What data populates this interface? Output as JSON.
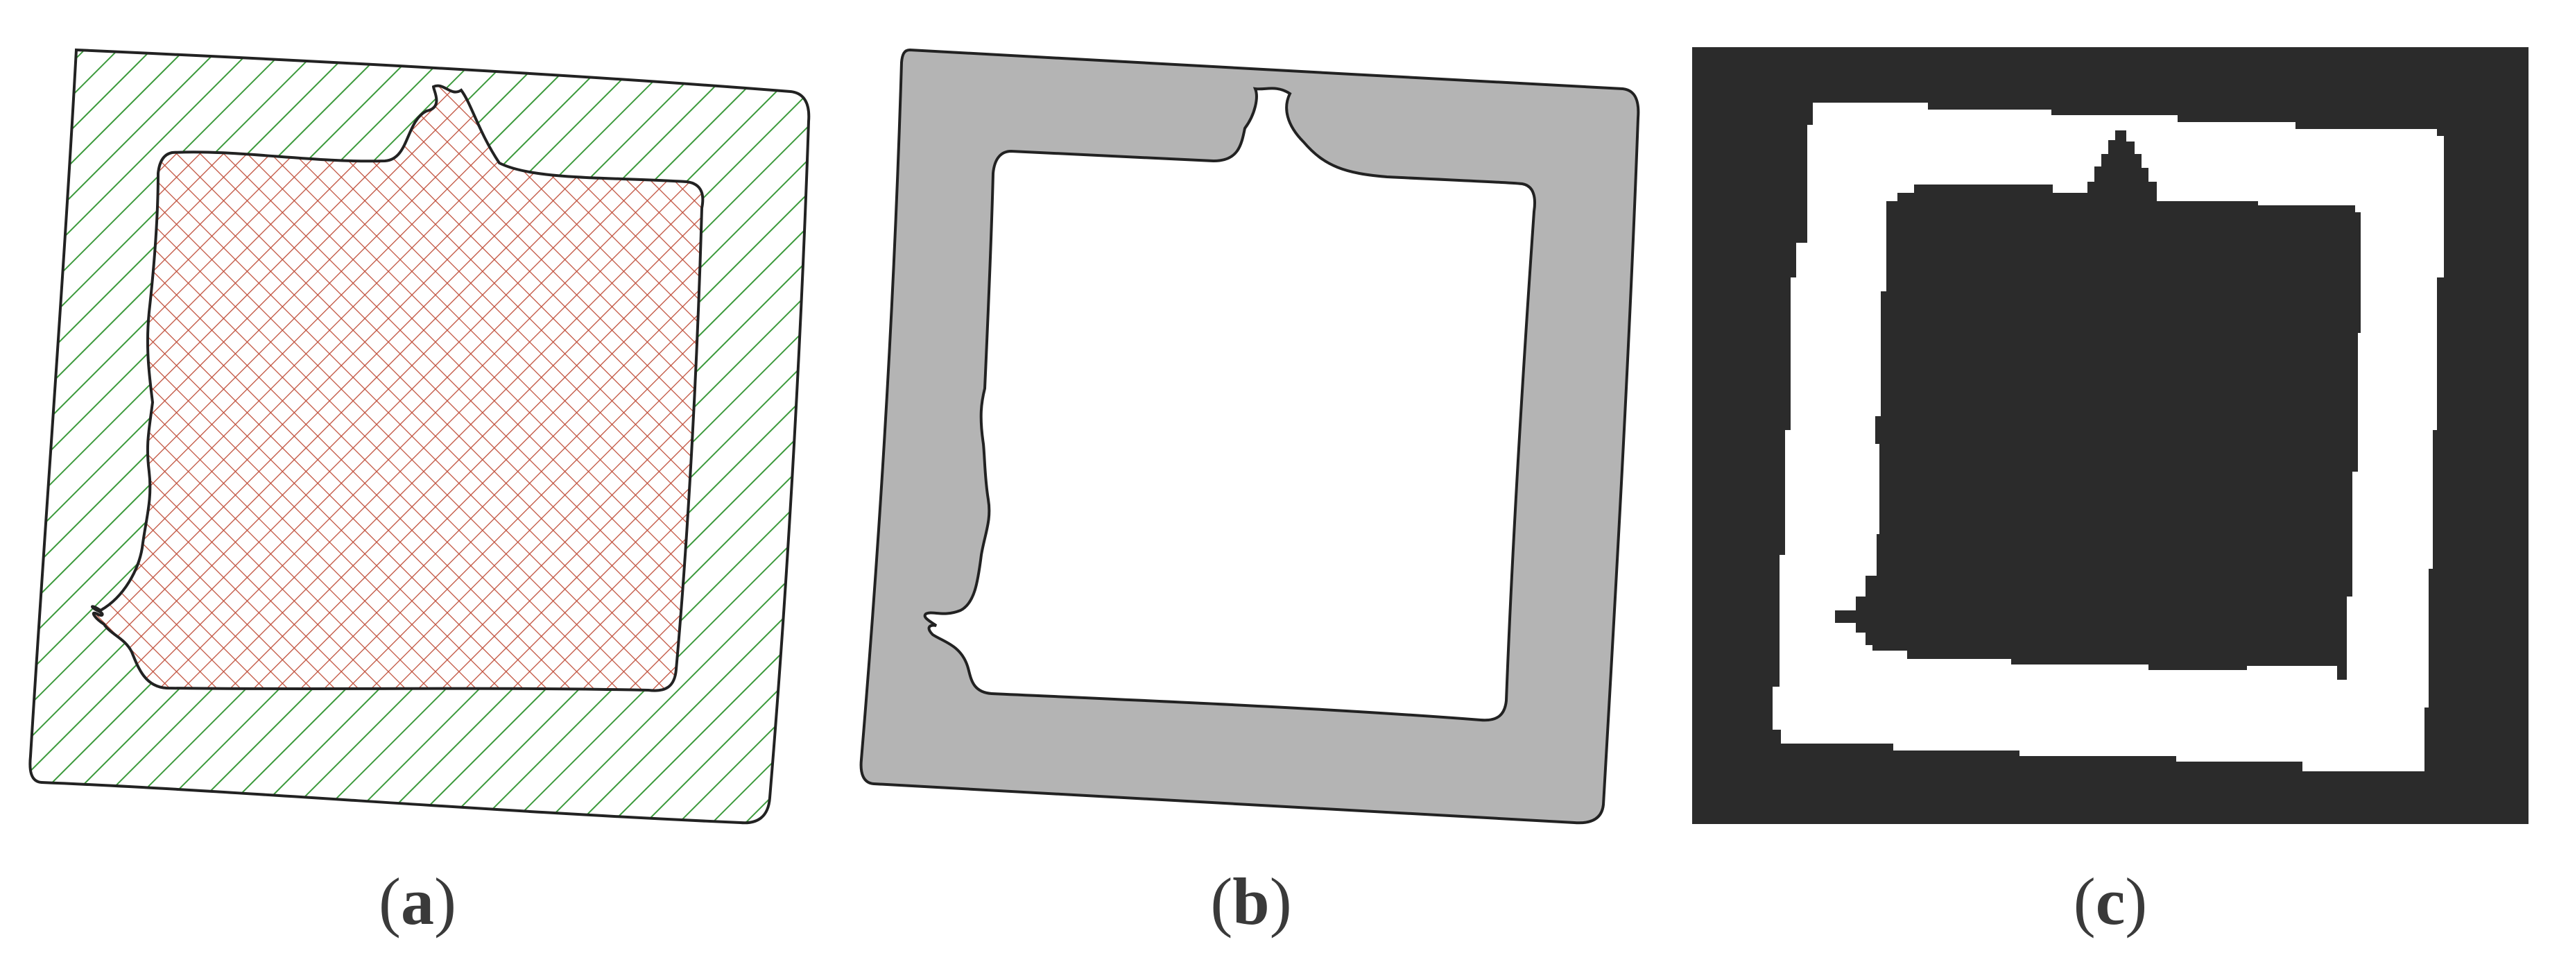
{
  "panels": [
    {
      "label_open": "(",
      "label_letter": "a",
      "label_close": ")"
    },
    {
      "label_open": "(",
      "label_letter": "b",
      "label_close": ")"
    },
    {
      "label_open": "(",
      "label_letter": "c",
      "label_close": ")"
    }
  ],
  "colors": {
    "outline": "#222222",
    "green_hatch": "#3c9a3c",
    "red_hatch": "#c0503c",
    "gray_fill": "#b4b4b4",
    "dark_fill": "#2b2b2b",
    "white": "#ffffff"
  }
}
